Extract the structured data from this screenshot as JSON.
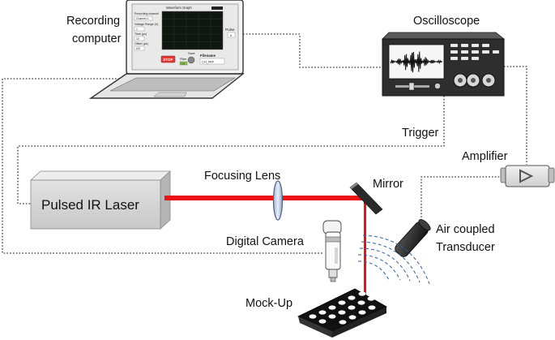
{
  "labels": {
    "recording_computer_line1": "Recording",
    "recording_computer_line2": "computer",
    "oscilloscope": "Oscilloscope",
    "trigger": "Trigger",
    "amplifier": "Amplifier",
    "pulsed_ir_laser": "Pulsed IR Laser",
    "focusing_lens": "Focusing Lens",
    "mirror": "Mirror",
    "air_coupled_line1": "Air coupled",
    "air_coupled_line2": "Transducer",
    "digital_camera": "Digital Camera",
    "mock_up": "Mock-Up"
  },
  "screen_ui": {
    "graph_title": "Waveform Graph",
    "recording_channel_label": "Recording channel",
    "recording_channel_value": "Channel 1",
    "voltage_range_label": "Voltage Range (V)",
    "voltage_range_value": "1",
    "time_label": "Time (µs)",
    "time_value": "10",
    "offset_label": "Offset (µs)",
    "offset_value": "100",
    "pulse_label": "Pulse",
    "pulse_value": "0",
    "stop_label": "STOP",
    "save_label": "Save",
    "filter_label": "Filter",
    "filter_value": "ON",
    "filename_label": "Filename",
    "filename_value": "CH_###"
  },
  "colors": {
    "laser_beam": "#ee1111",
    "stop_button": "#e53935",
    "scope_body": "#2e2e2e",
    "laser_box": "#d6d6d6"
  }
}
